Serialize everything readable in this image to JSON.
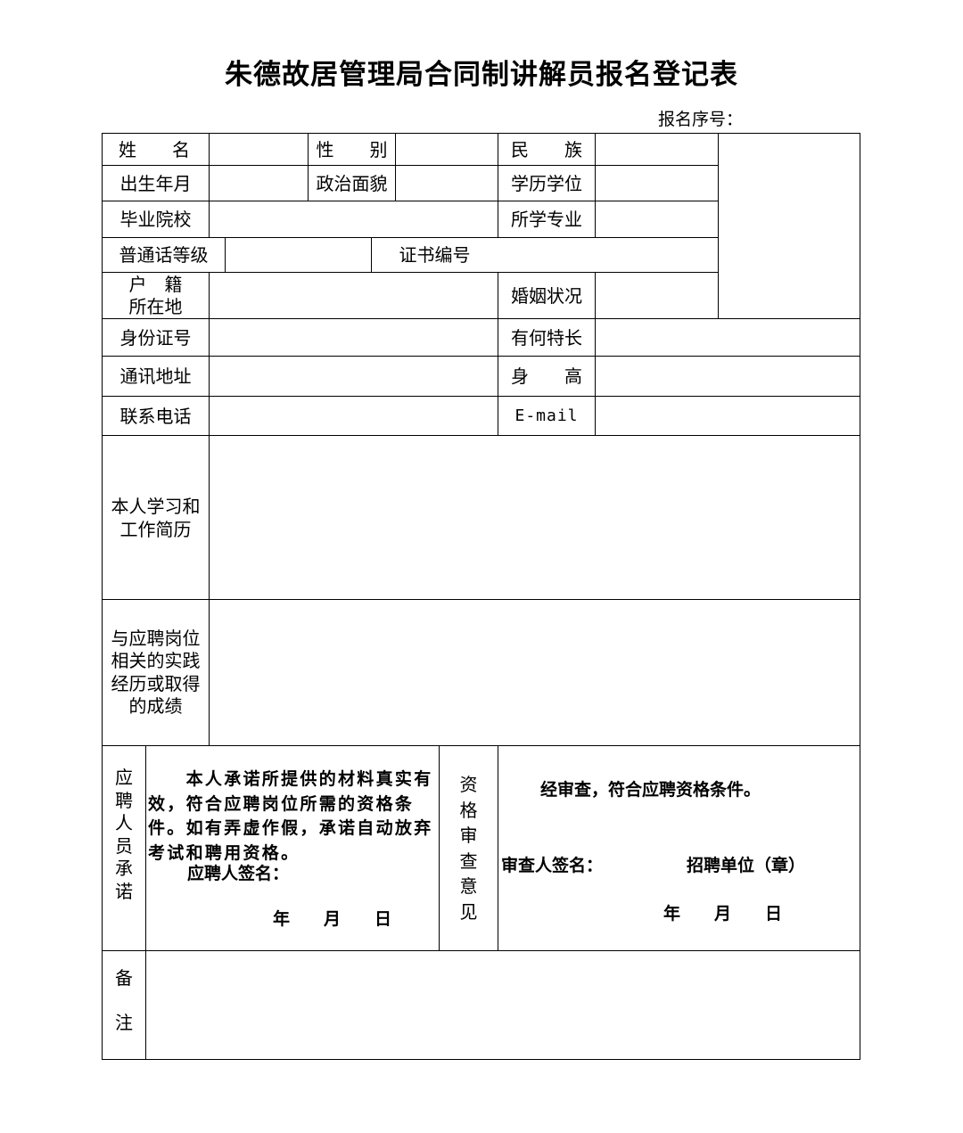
{
  "title": "朱德故居管理局合同制讲解员报名登记表",
  "serial_label": "报名序号：",
  "labels": {
    "name": "姓　　名",
    "gender": "性　　别",
    "ethnicity": "民　　族",
    "birth": "出生年月",
    "political": "政治面貌",
    "education": "学历学位",
    "school": "毕业院校",
    "major": "所学专业",
    "mandarin": "普通话等级",
    "cert_no": "证书编号",
    "hukou_line1": "户　籍",
    "hukou_line2": "所在地",
    "marital": "婚姻状况",
    "id_no": "身份证号",
    "specialty": "有何特长",
    "address": "通讯地址",
    "height": "身　　高",
    "phone": "联系电话",
    "email": "E-mail",
    "resume_line1": "本人学习和",
    "resume_line2": "工作简历",
    "practice_lines": [
      "与应聘岗位",
      "相关的实践",
      "经历或取得",
      "的成绩"
    ],
    "promise_vertical": [
      "应",
      "聘",
      "人",
      "员",
      "承",
      "诺"
    ],
    "review_vertical": [
      "资",
      "格",
      "审",
      "查",
      "意",
      "见"
    ],
    "remark_vertical": [
      "备",
      "注"
    ]
  },
  "promise": {
    "text": "　　本人承诺所提供的材料真实有效，符合应聘岗位所需的资格条件。如有弄虚作假，承诺自动放弃考试和聘用资格。",
    "sign": "应聘人签名：",
    "date": "年　　月　　日"
  },
  "review": {
    "text": "经审查，符合应聘资格条件。",
    "reviewer": "审查人签名：",
    "unit": "招聘单位（章）",
    "date": "年　　月　　日"
  }
}
